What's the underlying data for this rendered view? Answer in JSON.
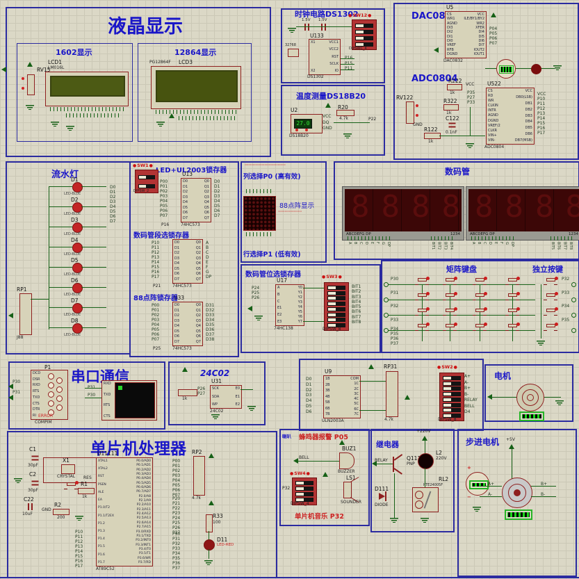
{
  "colors": {
    "bg": "#dbd8c6",
    "grid": "#cbc8b6",
    "box_border": "#2b2ba0",
    "title_blue": "#1a16c8",
    "title_red": "#cc2222",
    "chip_fill": "#d7d3b9",
    "component_red": "#8e1f1f",
    "wire_green": "#166016",
    "lcd_green": "#4c5a14",
    "seg_dark_red": "#3c0707",
    "led_red": "#c32525"
  },
  "lcd": {
    "title": "液晶显示",
    "s1602": {
      "title": "1602显示",
      "pot_ref": "RV15",
      "ref": "LCD1",
      "part": "LM016L"
    },
    "s12864": {
      "title": "12864显示",
      "ref": "LCD3",
      "part": "PG12864F"
    }
  },
  "clock": {
    "title": "时钟电路DS1302",
    "bat1": "1.5V",
    "bat2": "1.5V",
    "ref": "U133",
    "part": "DS1302",
    "xtal": "32768",
    "pins_left": [
      "X1",
      "X2"
    ],
    "pins_right": [
      "VCC1",
      "VCC2",
      "RST",
      "SCLK",
      "IO"
    ],
    "sw_ref": "SW12",
    "sw_part": "DIPSWC_4",
    "nets": [
      "P16",
      "P15",
      "P11"
    ]
  },
  "temp": {
    "title": "温度测量DS18B20",
    "ref": "U2",
    "part": "DS18B20",
    "reading": "27.0",
    "pins": [
      "VCC",
      "DQ",
      "GND"
    ],
    "r_ref": "R20",
    "r_val": "4.7k",
    "net": "P22"
  },
  "dac": {
    "title": "DAC0832",
    "ref": "U5",
    "part": "DAC0832",
    "pins_left": [
      "CS",
      "WR1",
      "AGND",
      "DI3",
      "DI2",
      "DI1",
      "DI0",
      "VREF",
      "RFB",
      "DGND"
    ],
    "pins_right": [
      "VCC",
      "ILE/BY1/BY2",
      "WR2",
      "XFER",
      "DI4",
      "DI5",
      "DI6",
      "DI7",
      "IOUT2",
      "IOUT1"
    ],
    "nets_right": [
      "P04",
      "P05",
      "P06",
      "P07"
    ]
  },
  "adc": {
    "title": "ADC0804",
    "ref": "U522",
    "part": "ADC0804",
    "pot_ref": "RV122",
    "r222": "R222",
    "r222v": "1k",
    "r322": "R322",
    "r322v": "1k",
    "r122": "R122",
    "r122v": "1k",
    "c122": "C122",
    "c122v": "0.1nF",
    "vcc": "VCC",
    "gnd": "GND",
    "pins_left": [
      "CS",
      "RD",
      "WR",
      "CLKIN",
      "INTR",
      "AGND",
      "DGND",
      "VREF/2",
      "CLKR",
      "VIN+",
      "VIN-"
    ],
    "pins_right": [
      "VCC",
      "DB0(LSB)",
      "DB1",
      "DB2",
      "DB3",
      "DB4",
      "DB5",
      "DB6",
      "DB7(MSB)"
    ],
    "nets_left": [
      "P35",
      "P27",
      "P33"
    ],
    "nets_right": [
      "VCC",
      "P10",
      "P11",
      "P12",
      "P13",
      "P14",
      "P15",
      "P16",
      "P17"
    ]
  },
  "leds": {
    "title": "流水灯",
    "part": "LED-BLUE",
    "items": [
      "D1",
      "D2",
      "D3",
      "D4",
      "D5",
      "D6",
      "D7",
      "D8"
    ],
    "nets": [
      "D0",
      "D1",
      "D2",
      "D3",
      "D4",
      "D5",
      "D6",
      "D7"
    ],
    "pack_ref": "RP1",
    "pack_note": "J88"
  },
  "latch": {
    "title": "LED+UL2003锁存器",
    "sw_ref": "SW1",
    "sw_part": "DIPSW_2",
    "part": "74HC573",
    "pins_l": [
      "D0",
      "D1",
      "D2",
      "D3",
      "D4",
      "D5",
      "D6",
      "D7"
    ],
    "pins_r": [
      "Q0",
      "Q1",
      "Q2",
      "Q3",
      "Q4",
      "Q5",
      "Q6",
      "Q7"
    ],
    "ctrl": [
      "LE",
      "OE"
    ],
    "u13": {
      "ref": "U13",
      "le": "P16",
      "in": [
        "P00",
        "P01",
        "P02",
        "P03",
        "P04",
        "P05",
        "P06",
        "P07"
      ],
      "out": [
        "D0",
        "D1",
        "D2",
        "D3",
        "D4",
        "D5",
        "D6",
        "D7"
      ]
    },
    "seg": {
      "title": "数码管段选锁存器",
      "le": "P21",
      "in": [
        "P10",
        "P11",
        "P12",
        "P13",
        "P14",
        "P15",
        "P16",
        "P17"
      ],
      "out": [
        "A",
        "B",
        "C",
        "D",
        "E",
        "F",
        "G",
        "DP"
      ]
    },
    "dot": {
      "title": "88点阵锁存器",
      "ref": "U33",
      "le": "P25",
      "in": [
        "P00",
        "P01",
        "P02",
        "P03",
        "P04",
        "P05",
        "P06",
        "P07"
      ],
      "out": [
        "D31",
        "D32",
        "D33",
        "D34",
        "D35",
        "D36",
        "D37",
        "D38"
      ]
    }
  },
  "dot": {
    "anno": "·······························",
    "col": "列选择P0 (高有效)",
    "row": "行选择P1 (低有效)",
    "title": "88点阵显示",
    "part": "··················"
  },
  "digits": {
    "title": "数码管",
    "seg_label": "ABCDEFG  DP",
    "pos_label": "1234",
    "ghost": "8888",
    "nets_seg": [
      "A",
      "B",
      "C",
      "D",
      "E",
      "F",
      "G",
      "DP"
    ],
    "nets_pos1": [
      "BIT1",
      "BIT2",
      "BIT3",
      "BIT4"
    ],
    "nets_pos2": [
      "BIT5",
      "BIT6",
      "BIT7",
      "BIT8"
    ]
  },
  "segsel": {
    "title": "数码管位选锁存器",
    "ref": "U17",
    "part": "74HC138",
    "sw_ref": "SW3",
    "sw_part": "DIPSW_8",
    "pins_l": [
      "A",
      "B",
      "C",
      "E1",
      "E2",
      "E3"
    ],
    "pins_r": [
      "Y0",
      "Y1",
      "Y2",
      "Y3",
      "Y4",
      "Y5",
      "Y6",
      "Y7"
    ],
    "nets_in": [
      "P24",
      "P25",
      "P26"
    ],
    "nets_out": [
      "BIT1",
      "BIT2",
      "BIT3",
      "BIT4",
      "BIT5",
      "BIT6",
      "BIT7",
      "BIT8"
    ]
  },
  "keypad": {
    "title": "矩阵键盘",
    "rows": [
      "P30",
      "P31",
      "P32",
      "P33"
    ],
    "cols": [
      "P34",
      "P35",
      "P36",
      "P37"
    ],
    "ind_title": "独立按键",
    "ind": [
      "P32",
      "P33",
      "P34",
      "P35"
    ]
  },
  "serial": {
    "title": "串口通信",
    "conn_ref": "P1",
    "conn_part": "COMPIM",
    "error": "ERROR",
    "conn_pins": [
      "DCD",
      "DSR",
      "RXD",
      "RTS",
      "TXD",
      "CTS",
      "DTR",
      "RI"
    ],
    "conn_nets": [
      "P30",
      "P31"
    ],
    "term_pins": [
      "RXD",
      "TXD",
      "RTS",
      "CTS"
    ],
    "term_nets": [
      "P31",
      "P30"
    ]
  },
  "eeprom": {
    "title": "24C02",
    "ref": "U31",
    "part": "24C02",
    "pins_l": [
      "SCK",
      "SDA",
      "WP"
    ],
    "pins_r": [
      "E0",
      "E1",
      "E2"
    ],
    "r_val": "1k",
    "nets": [
      "P26",
      "P27"
    ]
  },
  "driver": {
    "ref": "U9",
    "part": "ULN2003A",
    "pins_l": [
      "1B",
      "2B",
      "3B",
      "4B",
      "5B",
      "6B",
      "7B"
    ],
    "pins_r": [
      "COM",
      "1C",
      "2C",
      "3C",
      "4C",
      "5C",
      "6C",
      "7C"
    ],
    "nets_in": [
      "D0",
      "D1",
      "D2",
      "D3",
      "D4",
      "D5",
      "D6"
    ],
    "pack_ref": "RP31",
    "pack_val": "4.7k",
    "sw_ref": "SW2",
    "sw_part": "DIPSW_8",
    "nets_out": [
      "A+",
      "A-",
      "B+",
      "B-",
      "RELAY",
      "BELL",
      "D4"
    ]
  },
  "motor": {
    "title": "电机"
  },
  "mcu": {
    "title": "单片机处理器",
    "ref": "U11111",
    "part": "AT89C52",
    "c1": "C1",
    "c1v": "30pF",
    "c2": "C2",
    "c2v": "30pF",
    "c22": "C22",
    "c22v": "10uF",
    "x1": "X1",
    "x1p": "CRYSTAL",
    "r1": "R1",
    "r1v": "1k",
    "r2": "R2",
    "r2v": "200",
    "res": "RES",
    "gnd": "GND",
    "rp2": "RP2",
    "rp2v": "4.7k",
    "r33": "R33",
    "r33v": "100",
    "d11": "D11",
    "d11p": "LED-RED",
    "pins_left": [
      "XTAL1",
      "XTAL2",
      "RST",
      "PSEN",
      "ALE",
      "EA",
      "P1.0/T2",
      "P1.1/T2EX",
      "P1.2",
      "P1.3",
      "P1.4",
      "P1.5",
      "P1.6",
      "P1.7"
    ],
    "pins_right": [
      "P0.0/AD0",
      "P0.1/AD1",
      "P0.2/AD2",
      "P0.3/AD3",
      "P0.4/AD4",
      "P0.5/AD5",
      "P0.6/AD6",
      "P0.7/AD7",
      "P2.0/A8",
      "P2.1/A9",
      "P2.2/A10",
      "P2.3/A11",
      "P2.4/A12",
      "P2.5/A13",
      "P2.6/A14",
      "P2.7/A15",
      "P3.0/RXD",
      "P3.1/TXD",
      "P3.2/INT0",
      "P3.3/INT1",
      "P3.4/T0",
      "P3.5/T1",
      "P3.6/WR",
      "P3.7/RD"
    ],
    "nets_p1": [
      "P10",
      "P11",
      "P12",
      "P13",
      "P14",
      "P15",
      "P16",
      "P17"
    ],
    "nets_p0": [
      "P00",
      "P01",
      "P02",
      "P03",
      "P04",
      "P05",
      "P06",
      "P07"
    ],
    "nets_p2": [
      "P20",
      "P21",
      "P22",
      "P23",
      "P24",
      "P25",
      "P26",
      "P27"
    ],
    "nets_p3": [
      "P30",
      "P31",
      "P32",
      "P33",
      "P34",
      "P35",
      "P36",
      "P37"
    ]
  },
  "buzzer": {
    "speaker": "喇叭",
    "title": "蜂鸣器报警 P05",
    "buz_ref": "BUZ1",
    "buz_part": "BUZZER",
    "net": "BELL",
    "sw_ref": "SW4",
    "sw_part": "DIPSW_4",
    "net2": "P32",
    "ls_ref": "LS1",
    "ls_part": "SOUNDER",
    "music": "单片机音乐 P32"
  },
  "relay": {
    "title": "继电器",
    "supply": "+220V",
    "q_ref": "Q1111",
    "q_part": "PNP",
    "net": "RELAY",
    "lamp_ref": "L2",
    "lamp_val": "220V",
    "rl_ref": "RL2",
    "rl_part": "RTE24005F",
    "d_ref": "D111",
    "d_part": "DIODE"
  },
  "stepper": {
    "title": "步进电机",
    "supply": "+5V",
    "nets_l": [
      "A+",
      "A-"
    ],
    "nets_r": [
      "B+",
      "B-"
    ]
  }
}
